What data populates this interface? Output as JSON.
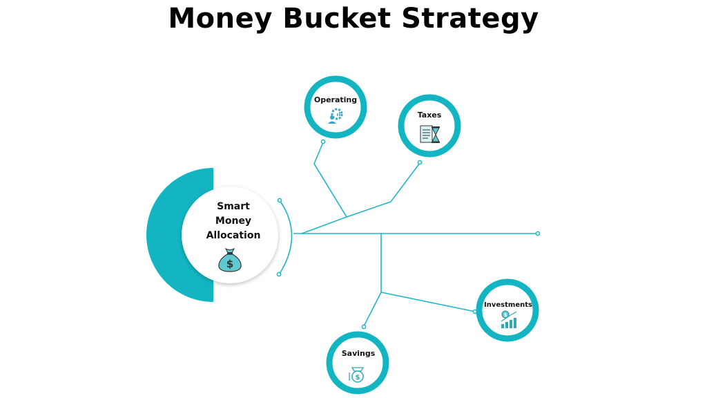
{
  "title": "Money Bucket Strategy",
  "colors": {
    "accent": "#12b5c1",
    "line": "#1ab6c6",
    "text": "#111111"
  },
  "hub": {
    "lines": [
      "Smart",
      "Money",
      "Allocation"
    ],
    "icon": "money-bag-icon"
  },
  "buckets": [
    {
      "id": "operating",
      "label": "Operating",
      "icon": "gear-person-icon"
    },
    {
      "id": "taxes",
      "label": "Taxes",
      "icon": "tax-form-hourglass-icon"
    },
    {
      "id": "investments",
      "label": "Investments",
      "icon": "coin-growth-chart-icon"
    },
    {
      "id": "savings",
      "label": "Savings",
      "icon": "piggy-bank-icon"
    }
  ]
}
